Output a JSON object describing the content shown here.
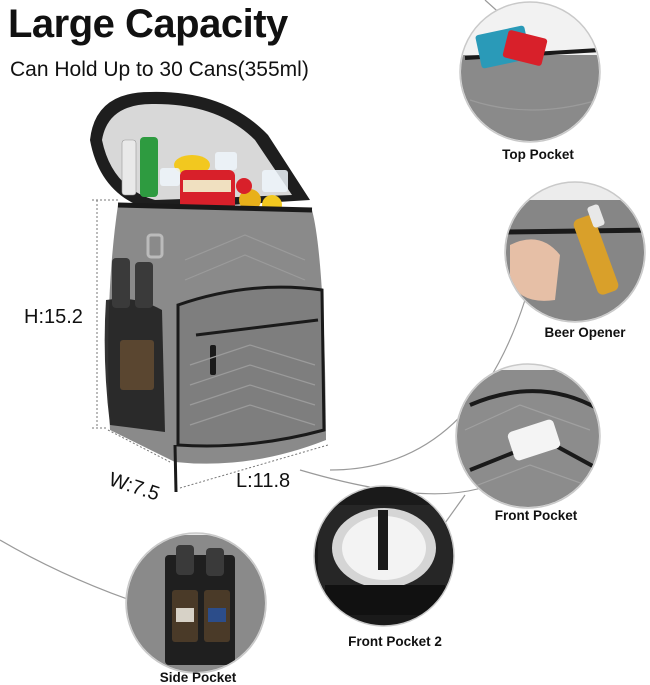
{
  "header": {
    "title": "Large Capacity",
    "subtitle": "Can Hold Up to 30 Cans(355ml)"
  },
  "dimensions": {
    "height": "H:15.2",
    "width": "W:7.5",
    "length": "L:11.8"
  },
  "callouts": [
    {
      "label": "Top Pocket"
    },
    {
      "label": "Beer Opener"
    },
    {
      "label": "Front Pocket"
    },
    {
      "label": "Front Pocket 2"
    },
    {
      "label": "Side Pocket"
    }
  ],
  "colors": {
    "fabric": "#8a8a8a",
    "fabric_dark": "#6f6f6f",
    "trim": "#1a1a1a",
    "liner": "#d9d9d9",
    "accent_red": "#d8202a",
    "accent_yellow": "#f2c81f"
  }
}
